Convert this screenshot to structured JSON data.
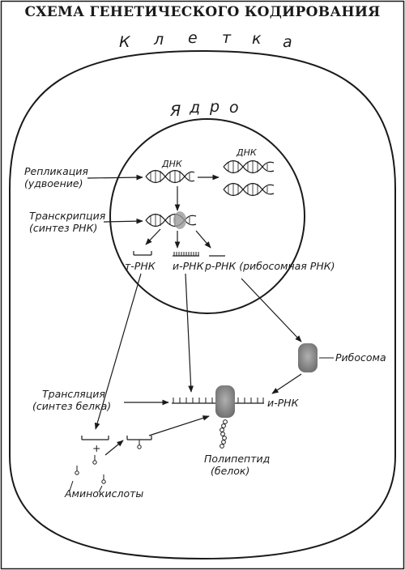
{
  "title": "СХЕМА ГЕНЕТИЧЕСКОГО КОДИРОВАНИЯ",
  "cell_letters": [
    "К",
    "л",
    "е",
    "т",
    "к",
    "а"
  ],
  "nucleus_letters": [
    "Я",
    "д",
    "р",
    "о"
  ],
  "labels": {
    "dna_main": "ДНК",
    "dna_copy": "ДНК",
    "replication_1": "Репликация",
    "replication_2": "(удвоение)",
    "transcription_1": "Транскрипция",
    "transcription_2": "(синтез РНК)",
    "t_rna": "т-РНК",
    "i_rna": "и-РНК",
    "r_rna": "р-РНК (рибосомная РНК)",
    "ribosome": "Рибосома",
    "translation_1": "Трансляция",
    "translation_2": "(синтез белка)",
    "i_rna_cyto": "и-РНК",
    "polypeptide_1": "Полипептид",
    "polypeptide_2": "(белок)",
    "amino_acids": "Аминокислоты",
    "plus_sign": "+"
  },
  "colors": {
    "ink": "#1a1a1a",
    "ribosome_fill": "#8c8c8c",
    "background": "#ffffff"
  }
}
